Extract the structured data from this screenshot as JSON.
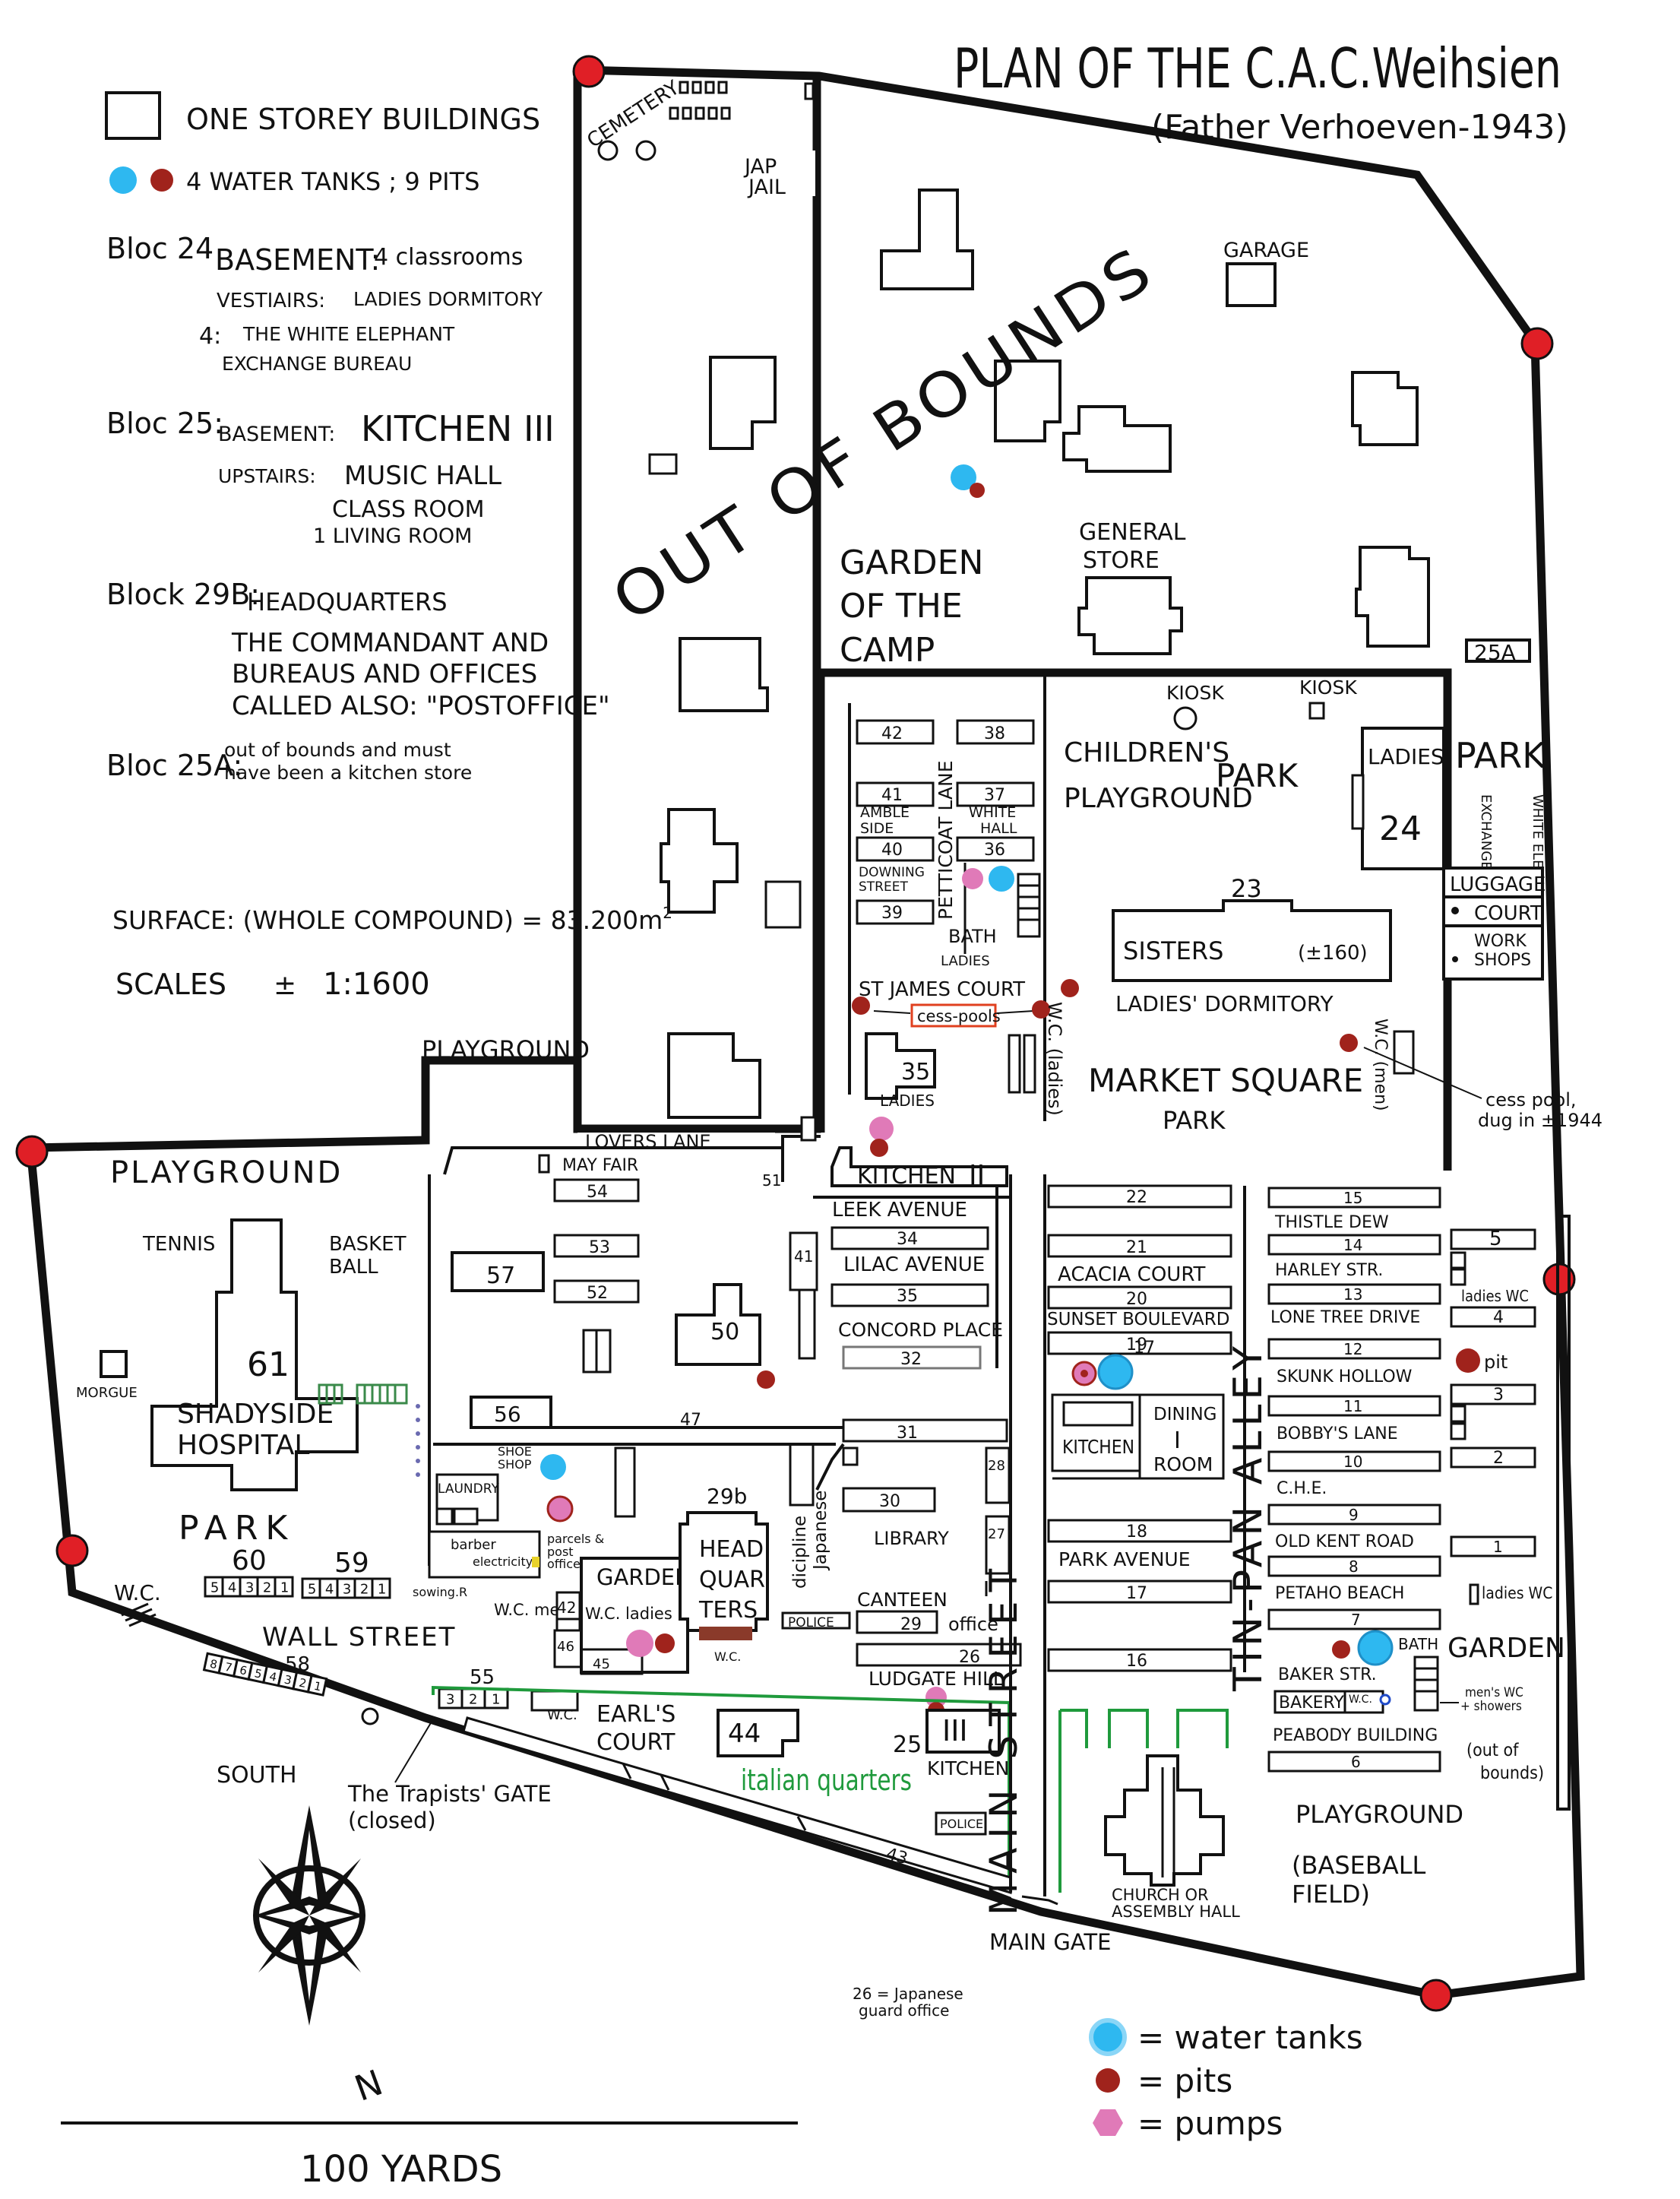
{
  "title": "PLAN OF THE C.A.C.Weihsien",
  "subtitle": "(Father Verhoeven-1943)",
  "legend_top": {
    "one_storey": "ONE STOREY BUILDINGS",
    "tanks_pits": "4 WATER TANKS ; 9 PITS",
    "bloc24": "Bloc 24",
    "bloc24_basement_label": "BASEMENT:",
    "bloc24_basement": "4 classrooms",
    "bloc24_vestiairs_label": "VESTIAIRS:",
    "bloc24_vestiairs": "LADIES DORMITORY",
    "bloc24_four_label": "4:",
    "bloc24_four_1": "THE WHITE ELEPHANT",
    "bloc24_four_2": "EXCHANGE BUREAU",
    "bloc25": "Bloc 25:",
    "bloc25_basement_label": "BASEMENT:",
    "bloc25_basement": "KITCHEN III",
    "bloc25_upstairs_label": "UPSTAIRS:",
    "bloc25_up_1": "MUSIC HALL",
    "bloc25_up_2": "CLASS ROOM",
    "bloc25_up_3": "1 LIVING ROOM",
    "block29b": "Block 29B:",
    "block29b_1": "HEADQUARTERS",
    "block29b_2": "THE COMMANDANT AND",
    "block29b_3": "BUREAUS AND OFFICES",
    "block29b_4": "CALLED ALSO: \"POSTOFFICE\"",
    "bloc25a": "Bloc 25A:",
    "bloc25a_1": "out of bounds and must",
    "bloc25a_2": "have been a kitchen store",
    "surface": "SURFACE: (WHOLE COMPOUND) = 83.200m",
    "surface_sup": "2",
    "scales": "SCALES",
    "scales_pm": "±",
    "scales_val": "1:1600"
  },
  "labels": {
    "cemetery": "CEMETERY",
    "jap_jail_1": "JAP",
    "jap_jail_2": "JAIL",
    "garage": "GARAGE",
    "out_of_bounds": "OUT OF BOUNDS",
    "garden_camp_1": "GARDEN",
    "garden_camp_2": "OF THE",
    "garden_camp_3": "CAMP",
    "general_store_1": "GENERAL",
    "general_store_2": "STORE",
    "b25a": "25A",
    "kiosk_1": "KIOSK",
    "kiosk_2": "KIOSK",
    "childrens_1": "CHILDREN'S",
    "childrens_2": "PLAYGROUND",
    "park_top": "PARK",
    "ladies_24": "LADIES'",
    "b24": "24",
    "park_right": "PARK",
    "white_elephant": "WHITE ELEPHANT",
    "exchange": "EXCHANGE",
    "luggage": "LUGGAGE",
    "court": "COURT",
    "work_1": "WORK",
    "work_2": "SHOPS",
    "b23": "23",
    "sisters": "SISTERS",
    "sisters_count": "(±160)",
    "ladies_dormitory": "LADIES' DORMITORY",
    "wc_men_vert": "W.C. (men)",
    "market_square": "MARKET SQUARE",
    "park_market": "PARK",
    "cess_pool_1": "cess pool,",
    "cess_pool_2": "dug in ±1944",
    "petticoat_lane": "PETTICOAT LANE",
    "b42": "42",
    "b38": "38",
    "b41": "41",
    "b37": "37",
    "ambleside_1": "AMBLE",
    "ambleside_2": "SIDE",
    "whitehall_1": "WHITE",
    "whitehall_2": "HALL",
    "b40": "40",
    "b36": "36",
    "downing_1": "DOWNING",
    "downing_2": "STREET",
    "b39": "39",
    "bath_1": "BATH",
    "bath_2": "LADIES",
    "st_james": "ST JAMES COURT",
    "cess_pools": "cess-pools",
    "wc_ladies_vert": "W.C. (ladies)",
    "b35": "35",
    "ladies_35": "LADIES",
    "playground_mid": "PLAYGROUND",
    "lovers_lane": "LOVERS LANE",
    "playground_left": "PLAYGROUND",
    "tennis": "TENNIS",
    "basket_1": "BASKET",
    "basket_2": "BALL",
    "b61": "61",
    "morgue": "MORGUE",
    "shadyside_1": "SHADYSIDE",
    "shadyside_2": "HOSPITAL",
    "park_left": "PARK",
    "b60": "60",
    "b59": "59",
    "wc_left": "W.C.",
    "wall_street": "WALL STREET",
    "b58": "58",
    "b55": "55",
    "wc_55": "W.C.",
    "earls_1": "EARL'S",
    "earls_2": "COURT",
    "b44": "44",
    "italian_quarters": "italian quarters",
    "b25": "25",
    "b3": "III",
    "kitchen_3": "KITCHEN",
    "police_gate": "POLICE",
    "b43": "43",
    "main_gate": "MAIN GATE",
    "japanese_guard_1": "26 = Japanese",
    "japanese_guard_2": "guard office",
    "south": "SOUTH",
    "trapists_1": "The Trapists' GATE",
    "trapists_2": "(closed)",
    "hundred_yards": "100 YARDS",
    "north": "N",
    "may_fair": "MAY FAIR",
    "b54": "54",
    "b53": "53",
    "b52": "52",
    "b57": "57",
    "b51": "51",
    "kitchen_2": "KITCHEN",
    "roman_2": "II",
    "leek_avenue": "LEEK AVENUE",
    "b34": "34",
    "lilac_avenue": "LILAC AVENUE",
    "b41b": "41",
    "b35b": "35",
    "b50": "50",
    "concord_place": "CONCORD PLACE",
    "b32": "32",
    "b56": "56",
    "b47": "47",
    "b31": "31",
    "shoe_1": "SHOE",
    "shoe_2": "SHOP",
    "laundry": "LAUNDRY",
    "barber": "barber",
    "electricity": "electricity",
    "parcels_1": "parcels &",
    "parcels_2": "post",
    "parcels_3": "office",
    "shower": "sowing.R",
    "wc_men_42": "W.C. men",
    "b42b": "42",
    "wc_ladies_46": "W.C. ladies",
    "b46": "46",
    "b45": "45",
    "garden_mid": "GARDEN",
    "b29b": "29b",
    "hq_1": "HEAD",
    "hq_2": "QUAR",
    "hq_3": "TERS",
    "wc_hq": "W.C.",
    "dicipline_1": "dicipline",
    "dicipline_2": "Japanese",
    "b30": "30",
    "library": "LIBRARY",
    "b28": "28",
    "b27": "27",
    "b26": "26",
    "canteen": "CANTEEN",
    "police_mid": "POLICE",
    "b29": "29",
    "office": "office",
    "ludgate_hill": "LUDGATE HILL",
    "main_street": "MAIN STREET",
    "tin_pan_alley": "TIN-PAN ALLEY",
    "b22": "22",
    "b21": "21",
    "acacia_court": "ACACIA COURT",
    "b20": "20",
    "sunset_boulevard": "SUNSET BOULEVARD",
    "b19": "19",
    "b17a": "17",
    "kitchen_1": "KITCHEN",
    "dining_1": "DINING",
    "dining_2": "I",
    "dining_3": "ROOM",
    "b18": "18",
    "park_avenue": "PARK AVENUE",
    "b17": "17",
    "b16": "16",
    "b15": "15",
    "thistle_dew": "THISTLE DEW",
    "b14": "14",
    "harley_str": "HARLEY STR.",
    "b13": "13",
    "lone_tree": "LONE TREE DRIVE",
    "b12": "12",
    "skunk_hollow": "SKUNK HOLLOW",
    "b11": "11",
    "bobbys_lane": "BOBBY'S LANE",
    "b10": "10",
    "che": "C.H.E.",
    "b9": "9",
    "old_kent": "OLD KENT ROAD",
    "b8": "8",
    "petaho_beach": "PETAHO BEACH",
    "b7": "7",
    "bath_right": "BATH",
    "baker_str": "BAKER STR.",
    "bakery": "BAKERY",
    "wc_bakery": "W.C.",
    "peabody": "PEABODY BUILDING",
    "b6": "6",
    "playground_right": "PLAYGROUND",
    "baseball_1": "(BASEBALL",
    "baseball_2": "FIELD)",
    "church_1": "CHURCH OR",
    "church_2": "ASSEMBLY HALL",
    "b5": "5",
    "ladies_wc_1": "ladies WC",
    "b4": "4",
    "pit": "pit",
    "b3r": "3",
    "b2r": "2",
    "b1r": "1",
    "ladies_wc_2": "ladies WC",
    "garden_right": "GARDEN",
    "mens_wc_1": "men's WC",
    "mens_wc_2": "+ showers",
    "out_bounds_1": "(out of",
    "out_bounds_2": "bounds)"
  },
  "legend_bottom": {
    "water": "= water tanks",
    "pits": "= pits",
    "pumps": "= pumps"
  },
  "units": {
    "b60": [
      "5",
      "4",
      "3",
      "2",
      "1"
    ],
    "b59": [
      "5",
      "4",
      "3",
      "2",
      "1"
    ],
    "b58": [
      "8",
      "7",
      "6",
      "5",
      "4",
      "3",
      "2",
      "1"
    ],
    "b55": [
      "3",
      "2",
      "1"
    ]
  },
  "colors": {
    "water_tank": "#2eb8f0",
    "pit": "#a0231c",
    "pump": "#e07ab8",
    "corner": "#e01f26",
    "italian": "#1f9a3c",
    "cess": "#e0401f"
  }
}
